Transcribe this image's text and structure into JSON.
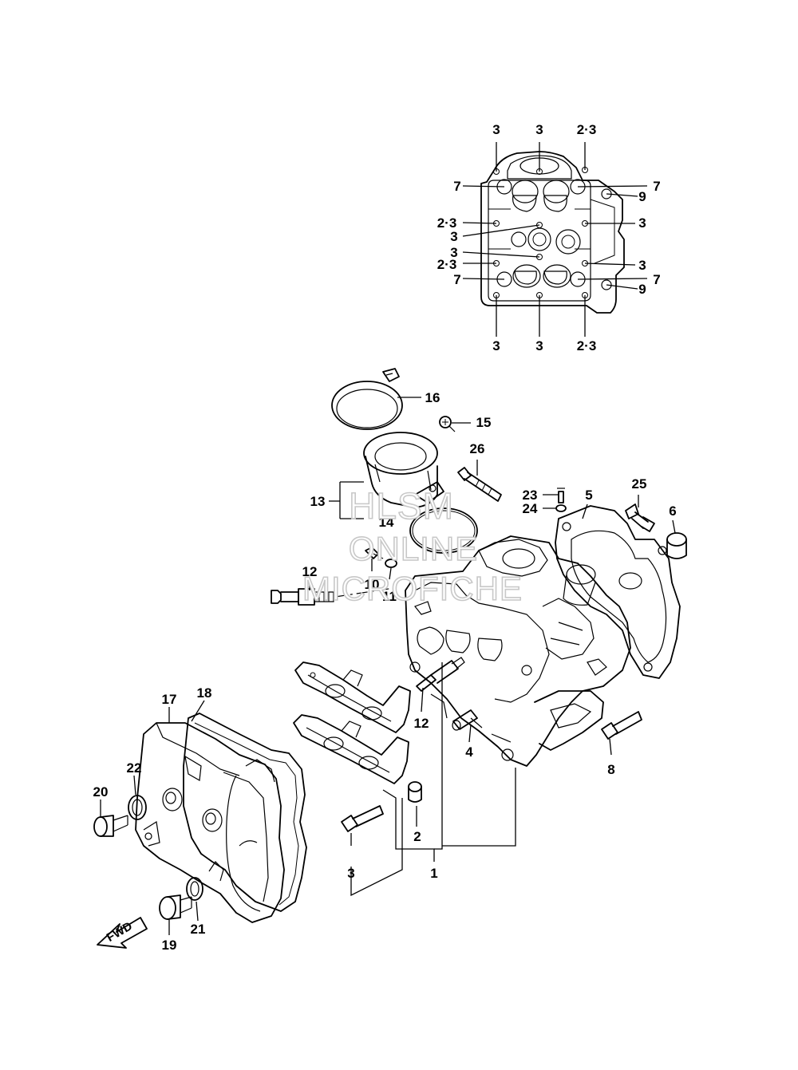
{
  "watermark": {
    "line1": "HLSM",
    "line2": "ONLINE",
    "line3": "MICROFICHE"
  },
  "direction_arrow": {
    "label": "FWD"
  },
  "callouts": {
    "top": {
      "c3a": "3",
      "c3b": "3",
      "c23a": "2·3",
      "c7a": "7",
      "c23b": "2·3",
      "c3c": "3",
      "c3d": "3",
      "c23c": "2·3",
      "c7b": "7",
      "c9a": "9",
      "c7c": "7",
      "c3e": "3",
      "c3f": "3",
      "c7d": "7",
      "c9b": "9",
      "c3g": "3",
      "c3h": "3",
      "c23d": "2·3"
    },
    "main": {
      "p16": "16",
      "p15": "15",
      "p26": "26",
      "p13": "13",
      "p14": "14",
      "p23": "23",
      "p24": "24",
      "p5": "5",
      "p25": "25",
      "p6": "6",
      "p12a": "12",
      "p10": "10",
      "p11": "11",
      "p12b": "12",
      "p4": "4",
      "p8": "8",
      "p17": "17",
      "p18": "18",
      "p22": "22",
      "p20": "20",
      "p2": "2",
      "p3": "3",
      "p1": "1",
      "p19": "19",
      "p21": "21"
    }
  }
}
